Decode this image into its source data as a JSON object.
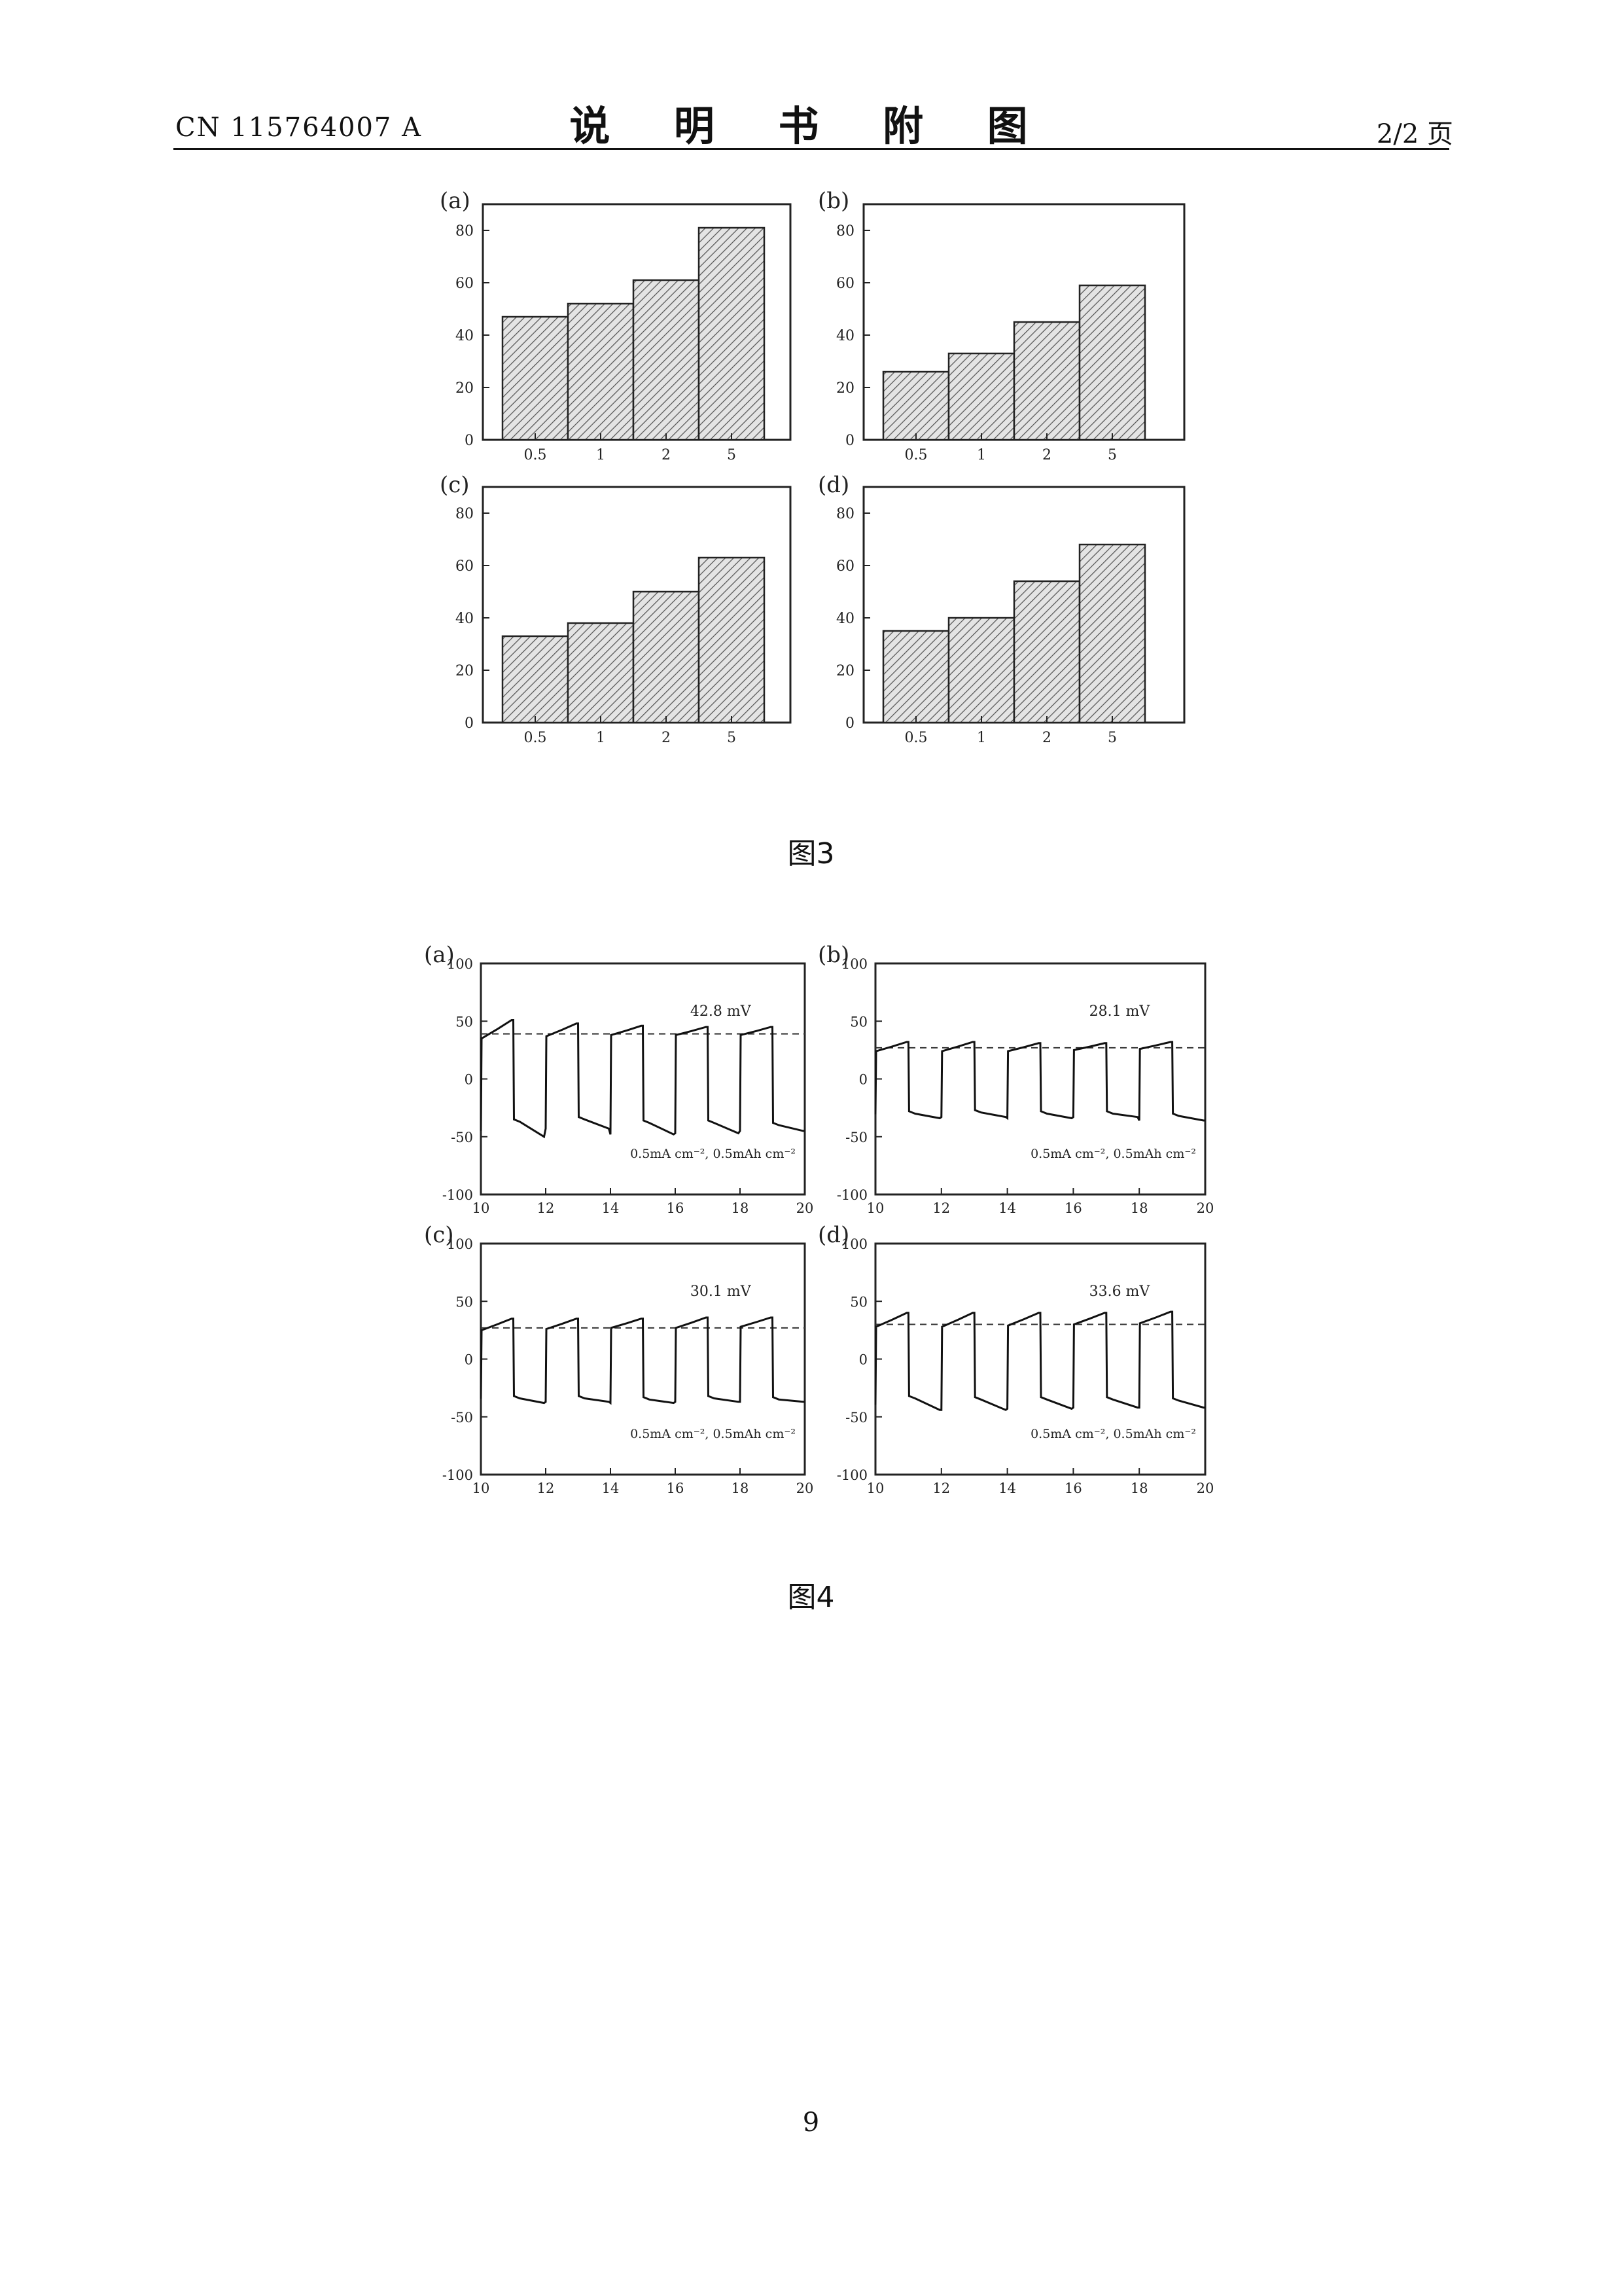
{
  "header": {
    "doc_number": "CN 115764007 A",
    "section_title": "说 明 书 附 图",
    "page_of": "2/2 页"
  },
  "figure3": {
    "caption": "图3",
    "chart_data": [
      {
        "panel": "(a)",
        "type": "bar",
        "categories": [
          "0.5",
          "1",
          "2",
          "5"
        ],
        "values": [
          47,
          52,
          61,
          81
        ],
        "ylim": [
          0,
          90
        ],
        "yticks": [
          0,
          20,
          40,
          60,
          80
        ],
        "grid": false,
        "hatched": true,
        "ylabel": "",
        "xlabel": ""
      },
      {
        "panel": "(b)",
        "type": "bar",
        "categories": [
          "0.5",
          "1",
          "2",
          "5"
        ],
        "values": [
          26,
          33,
          45,
          59
        ],
        "ylim": [
          0,
          90
        ],
        "yticks": [
          0,
          20,
          40,
          60,
          80
        ],
        "grid": false,
        "hatched": true,
        "ylabel": "",
        "xlabel": ""
      },
      {
        "panel": "(c)",
        "type": "bar",
        "categories": [
          "0.5",
          "1",
          "2",
          "5"
        ],
        "values": [
          33,
          38,
          50,
          63
        ],
        "ylim": [
          0,
          90
        ],
        "yticks": [
          0,
          20,
          40,
          60,
          80
        ],
        "grid": false,
        "hatched": true,
        "ylabel": "",
        "xlabel": ""
      },
      {
        "panel": "(d)",
        "type": "bar",
        "categories": [
          "0.5",
          "1",
          "2",
          "5"
        ],
        "values": [
          35,
          40,
          54,
          68
        ],
        "ylim": [
          0,
          90
        ],
        "yticks": [
          0,
          20,
          40,
          60,
          80
        ],
        "grid": false,
        "hatched": true,
        "ylabel": "",
        "xlabel": ""
      }
    ]
  },
  "figure4": {
    "caption": "图4",
    "chart_data": [
      {
        "panel": "(a)",
        "type": "line",
        "annotation": "42.8 mV",
        "condition": "0.5mA cm⁻², 0.5mAh cm⁻²",
        "xlim": [
          10,
          20
        ],
        "ylim": [
          -100,
          100
        ],
        "xticks": [
          10,
          12,
          14,
          16,
          18,
          20
        ],
        "yticks": [
          -100,
          -50,
          0,
          50,
          100
        ],
        "reference_level": 39,
        "cycle_period_h": 2,
        "plateau_high": [
          [
            35,
            51
          ],
          [
            37,
            48
          ],
          [
            38,
            46
          ],
          [
            38,
            45
          ],
          [
            38,
            45
          ]
        ],
        "plateau_low": [
          [
            -35,
            -50
          ],
          [
            -33,
            -43
          ],
          [
            -36,
            -48
          ],
          [
            -36,
            -47
          ],
          [
            -38,
            -45
          ]
        ],
        "ylabel": "",
        "xlabel": ""
      },
      {
        "panel": "(b)",
        "type": "line",
        "annotation": "28.1 mV",
        "condition": "0.5mA cm⁻², 0.5mAh cm⁻²",
        "xlim": [
          10,
          20
        ],
        "ylim": [
          -100,
          100
        ],
        "xticks": [
          10,
          12,
          14,
          16,
          18,
          20
        ],
        "yticks": [
          -100,
          -50,
          0,
          50,
          100
        ],
        "reference_level": 27,
        "cycle_period_h": 2,
        "plateau_high": [
          [
            24,
            32
          ],
          [
            24,
            32
          ],
          [
            24,
            31
          ],
          [
            25,
            31
          ],
          [
            26,
            32
          ]
        ],
        "plateau_low": [
          [
            -28,
            -34
          ],
          [
            -27,
            -33
          ],
          [
            -28,
            -34
          ],
          [
            -28,
            -33
          ],
          [
            -30,
            -36
          ]
        ],
        "ylabel": "",
        "xlabel": ""
      },
      {
        "panel": "(c)",
        "type": "line",
        "annotation": "30.1 mV",
        "condition": "0.5mA cm⁻², 0.5mAh cm⁻²",
        "xlim": [
          10,
          20
        ],
        "ylim": [
          -100,
          100
        ],
        "xticks": [
          10,
          12,
          14,
          16,
          18,
          20
        ],
        "yticks": [
          -100,
          -50,
          0,
          50,
          100
        ],
        "reference_level": 27,
        "cycle_period_h": 2,
        "plateau_high": [
          [
            25,
            35
          ],
          [
            26,
            35
          ],
          [
            27,
            35
          ],
          [
            27,
            36
          ],
          [
            28,
            36
          ]
        ],
        "plateau_low": [
          [
            -32,
            -38
          ],
          [
            -32,
            -37
          ],
          [
            -33,
            -38
          ],
          [
            -32,
            -37
          ],
          [
            -33,
            -37
          ]
        ],
        "ylabel": "",
        "xlabel": ""
      },
      {
        "panel": "(d)",
        "type": "line",
        "annotation": "33.6 mV",
        "condition": "0.5mA cm⁻², 0.5mAh cm⁻²",
        "xlim": [
          10,
          20
        ],
        "ylim": [
          -100,
          100
        ],
        "xticks": [
          10,
          12,
          14,
          16,
          18,
          20
        ],
        "yticks": [
          -100,
          -50,
          0,
          50,
          100
        ],
        "reference_level": 30,
        "cycle_period_h": 2,
        "plateau_high": [
          [
            28,
            40
          ],
          [
            28,
            40
          ],
          [
            29,
            40
          ],
          [
            30,
            40
          ],
          [
            31,
            41
          ]
        ],
        "plateau_low": [
          [
            -32,
            -44
          ],
          [
            -33,
            -44
          ],
          [
            -33,
            -43
          ],
          [
            -33,
            -42
          ],
          [
            -34,
            -42
          ]
        ],
        "ylabel": "",
        "xlabel": ""
      }
    ]
  },
  "footer": {
    "page_number": "9"
  }
}
